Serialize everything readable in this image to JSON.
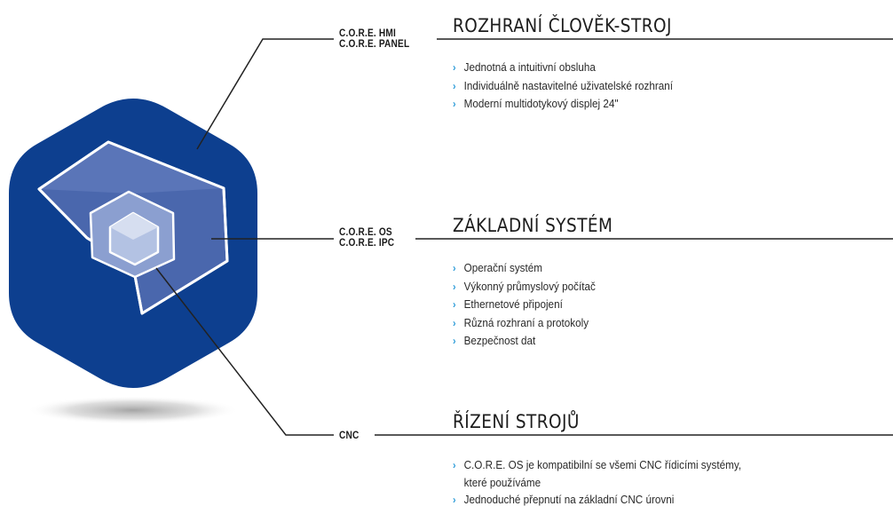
{
  "colors": {
    "hex_dark": "#0d3f8f",
    "cube_mid": "#4a67ad",
    "cube_light": "#8b9fd0",
    "cube_lighter": "#b3c2e3",
    "line": "#222222",
    "bullet": "#2b9bd8"
  },
  "icons": {
    "bullet": "chevron-right-icon"
  },
  "sections": [
    {
      "labels": [
        "C.O.R.E. HMI",
        "C.O.R.E. PANEL"
      ],
      "title": "ROZHRANÍ ČLOVĚK-STROJ",
      "items": [
        "Jednotná a intuitivní obsluha",
        "Individuálně nastavitelné uživatelské rozhraní",
        "Moderní multidotykový displej 24\""
      ]
    },
    {
      "labels": [
        "C.O.R.E. OS",
        "C.O.R.E. IPC"
      ],
      "title": "ZÁKLADNÍ SYSTÉM",
      "items": [
        "Operační systém",
        "Výkonný průmyslový počítač",
        "Ethernetové připojení",
        "Různá rozhraní a protokoly",
        "Bezpečnost dat"
      ]
    },
    {
      "labels": [
        "CNC"
      ],
      "title": "ŘÍZENÍ STROJŮ",
      "items": [
        "C.O.R.E. OS je kompatibilní se všemi CNC řídicími systémy,",
        "které používáme",
        "Jednoduché přepnutí na základní CNC úrovni"
      ]
    }
  ]
}
